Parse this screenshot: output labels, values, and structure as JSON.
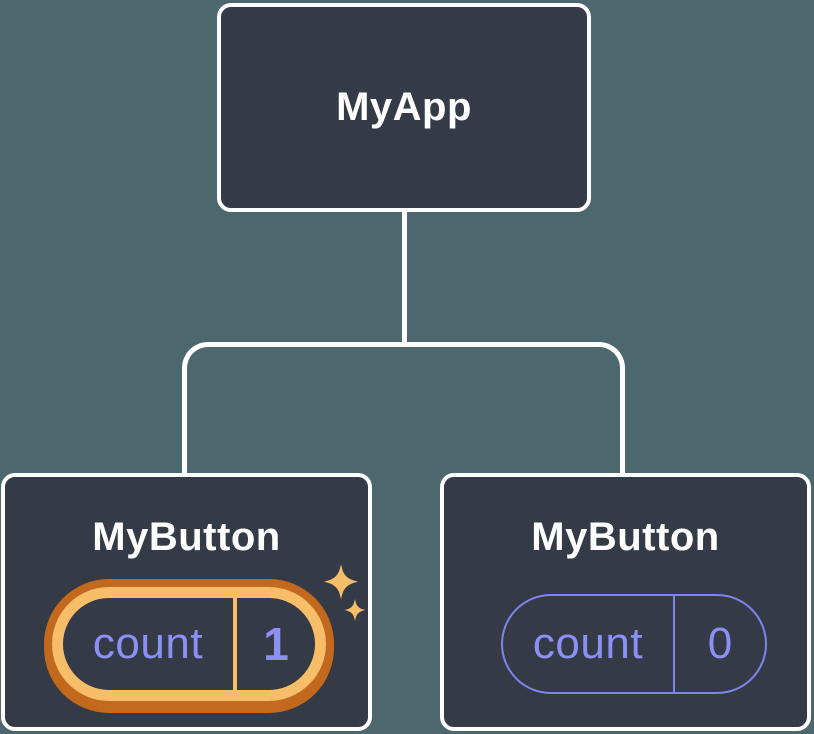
{
  "diagram": {
    "description": "React component tree: MyApp root with two MyButton children holding independent count state",
    "colors": {
      "background": "#4C676E",
      "node_fill": "#343A46",
      "node_border": "#FFFFFF",
      "state_text": "#8B91F4",
      "state_pill_border": "#7E85EC",
      "highlight_light": "#F8BD68",
      "highlight_dark": "#C2691D"
    },
    "root": {
      "label": "MyApp"
    },
    "children": [
      {
        "label": "MyButton",
        "state": {
          "key": "count",
          "value": "1"
        },
        "highlighted": true
      },
      {
        "label": "MyButton",
        "state": {
          "key": "count",
          "value": "0"
        },
        "highlighted": false
      }
    ]
  }
}
